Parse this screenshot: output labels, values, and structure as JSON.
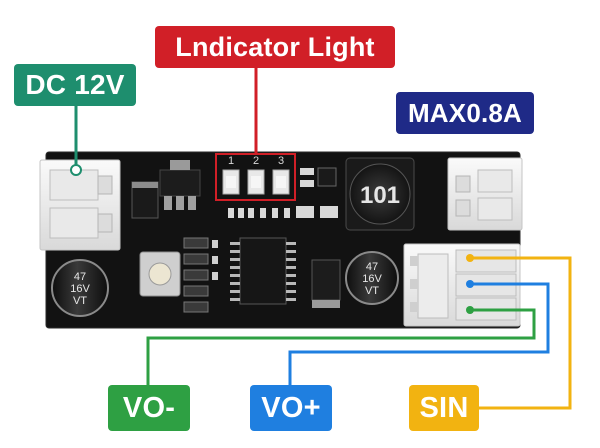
{
  "labels": {
    "indicator": "Lndicator Light",
    "dc": "DC 12V",
    "max": "MAX0.8A",
    "vo_minus": "VO-",
    "vo_plus": "VO+",
    "sin": "SIN"
  },
  "board_markings": {
    "led_numbers": [
      "1",
      "2",
      "3"
    ],
    "cap_left": [
      "47",
      "16V",
      "VT"
    ],
    "cap_right": [
      "47",
      "16V",
      "VT"
    ],
    "inductor": "101"
  },
  "colors": {
    "indicator": "#d11f27",
    "dc": "#1e8e6e",
    "max": "#1f2a87",
    "vo_minus": "#2ea043",
    "vo_plus": "#1f7fe0",
    "sin": "#f2b311",
    "pcb": "#121212"
  }
}
